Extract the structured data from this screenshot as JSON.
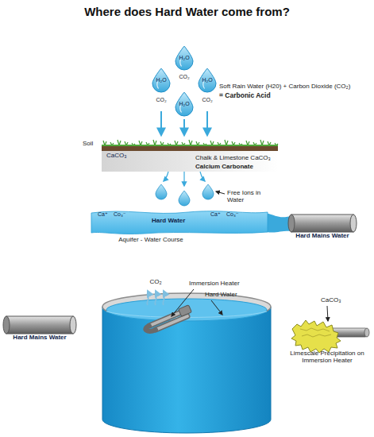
{
  "diagram": {
    "title": "Where does Hard Water come from?",
    "nodes": [
      {
        "text": [
          "H₂O"
        ]
      },
      {
        "text": [
          "H₂O"
        ]
      },
      {
        "text": [
          "H₂O"
        ]
      },
      {
        "text": [
          "H₂O"
        ]
      },
      {
        "text": [
          "CaCO₃"
        ]
      },
      {
        "text": [
          "Ca⁺",
          "Co₃⁻",
          "Hard Water",
          "Ca⁺",
          "Co₃⁻"
        ]
      },
      {
        "text": [
          "Hard Mains Water"
        ]
      },
      {
        "text": [
          "Hard Mains Water"
        ]
      }
    ],
    "labels": [
      "CO₂",
      "CO₂",
      "CO₂",
      "Soft Rain Water (H20) + Carbon Dioxide (CO₂)",
      "= Carbonic Acid",
      "Soil",
      "Chalk & Limestone CaCO₃",
      "Calcium Carbonate",
      "Free Ions in Water",
      "Aquifer - Water Course",
      "CO₂",
      "Immersion Heater",
      "Hard Water",
      "CaCO₃",
      "Limescale Precipitation on Immersion Heater"
    ]
  }
}
